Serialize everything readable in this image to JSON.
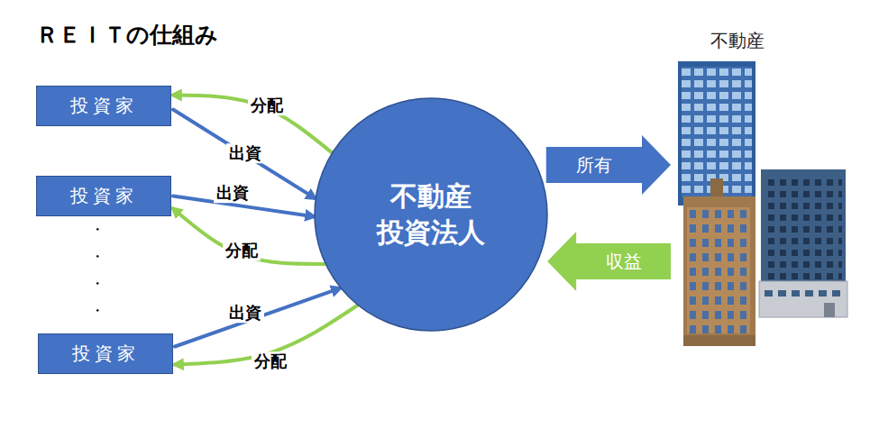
{
  "diagram": {
    "title": "ＲＥＩＴの仕組み",
    "nodes": [
      {
        "text": [
          "投資家"
        ]
      },
      {
        "text": [
          "投資家"
        ]
      },
      {
        "text": [
          "投資家"
        ]
      },
      {
        "text": [
          "不動産 投資法人"
        ]
      },
      {
        "text": [
          "不動産"
        ]
      }
    ],
    "edges": [
      {
        "from": 0,
        "to": 3,
        "label": "出資",
        "arrow": "to"
      },
      {
        "from": 3,
        "to": 0,
        "label": "分配",
        "arrow": "to"
      },
      {
        "from": 1,
        "to": 3,
        "label": "出資",
        "arrow": "to"
      },
      {
        "from": 3,
        "to": 1,
        "label": "分配",
        "arrow": "to"
      },
      {
        "from": 2,
        "to": 3,
        "label": "出資",
        "arrow": "to"
      },
      {
        "from": 3,
        "to": 2,
        "label": "分配",
        "arrow": "to"
      },
      {
        "from": 3,
        "to": 4,
        "label": "所有",
        "arrow": "to"
      },
      {
        "from": 4,
        "to": 3,
        "label": "収益",
        "arrow": "to"
      }
    ],
    "labels": [
      "・",
      "・",
      "・",
      "・"
    ]
  }
}
